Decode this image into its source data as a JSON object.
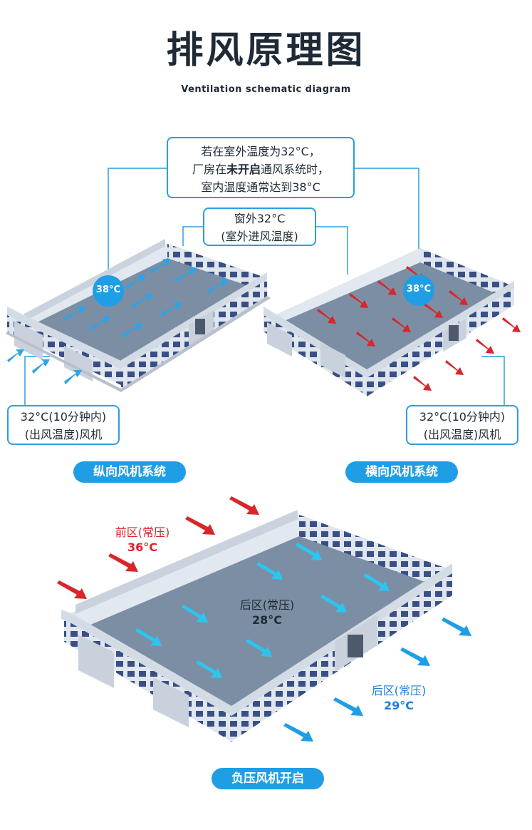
{
  "header": {
    "title": "排风原理图",
    "subtitle": "Ventilation schematic diagram"
  },
  "top_callout": {
    "line1": "若在室外温度为32°C，",
    "line2_pre": "厂房在",
    "line2_bold": "未开启",
    "line2_post": "通风系统时，",
    "line3": "室内温度通常达到38°C"
  },
  "window_callout": {
    "line1": "窗外32°C",
    "line2": "(室外进风温度)"
  },
  "left_panel": {
    "badge": "38°C",
    "outlet_line1": "32°C(10分钟内)",
    "outlet_line2": "(出风温度)风机",
    "label": "纵向风机系统"
  },
  "right_panel": {
    "badge": "38°C",
    "outlet_line1": "32°C(10分钟内)",
    "outlet_line2": "(出风温度)风机",
    "label": "横向风机系统"
  },
  "bottom_panel": {
    "front_zone": "前区(常压)",
    "front_temp": "36°C",
    "center_zone": "后区(常压)",
    "center_temp": "28°C",
    "rear_zone": "后区(常压)",
    "rear_temp": "29°C",
    "label": "负压风机开启"
  },
  "colors": {
    "accent": "#1f9ee6",
    "hot_arrow": "#d8262a",
    "cool_arrow": "#29a8ea"
  }
}
